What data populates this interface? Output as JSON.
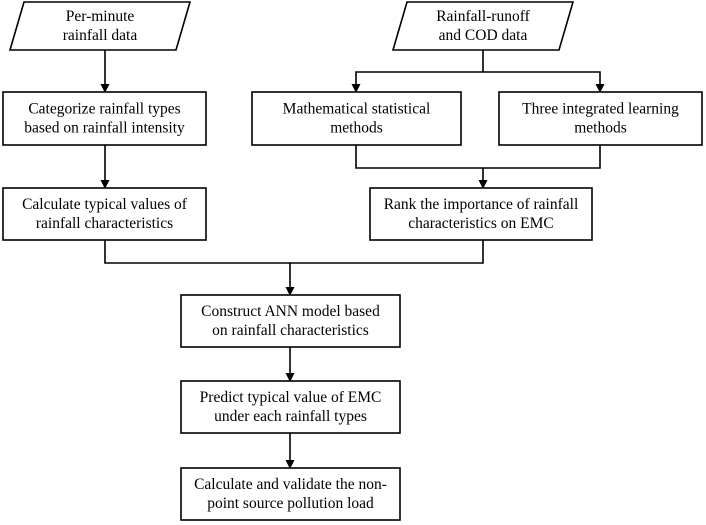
{
  "diagram": {
    "nodes": [
      {
        "id": "per_minute",
        "shape": "parallelogram",
        "lines": [
          "Per-minute",
          "rainfall data"
        ]
      },
      {
        "id": "runoff_cod",
        "shape": "parallelogram",
        "lines": [
          "Rainfall-runoff",
          "and COD data"
        ]
      },
      {
        "id": "categorize",
        "shape": "rectangle",
        "lines": [
          "Categorize rainfall types",
          "based on rainfall intensity"
        ]
      },
      {
        "id": "math_stat",
        "shape": "rectangle",
        "lines": [
          "Mathematical statistical",
          "methods"
        ]
      },
      {
        "id": "ensemble",
        "shape": "rectangle",
        "lines": [
          "Three integrated learning",
          "methods"
        ]
      },
      {
        "id": "typical_values",
        "shape": "rectangle",
        "lines": [
          "Calculate typical values of",
          "rainfall characteristics"
        ]
      },
      {
        "id": "rank",
        "shape": "rectangle",
        "lines": [
          "Rank the importance of rainfall",
          "characteristics on EMC"
        ]
      },
      {
        "id": "ann",
        "shape": "rectangle",
        "lines": [
          "Construct ANN model based",
          "on rainfall characteristics"
        ]
      },
      {
        "id": "predict",
        "shape": "rectangle",
        "lines": [
          "Predict typical value of EMC",
          "under each rainfall types"
        ]
      },
      {
        "id": "validate",
        "shape": "rectangle",
        "lines": [
          "Calculate and validate the non-",
          "point source pollution load"
        ]
      }
    ],
    "edges": [
      {
        "from": "per_minute",
        "to": "categorize"
      },
      {
        "from": "runoff_cod",
        "to": "math_stat"
      },
      {
        "from": "runoff_cod",
        "to": "ensemble"
      },
      {
        "from": "categorize",
        "to": "typical_values"
      },
      {
        "from": "math_stat",
        "to": "rank"
      },
      {
        "from": "ensemble",
        "to": "rank"
      },
      {
        "from": "typical_values",
        "to": "ann"
      },
      {
        "from": "rank",
        "to": "ann"
      },
      {
        "from": "ann",
        "to": "predict"
      },
      {
        "from": "predict",
        "to": "validate"
      }
    ]
  }
}
